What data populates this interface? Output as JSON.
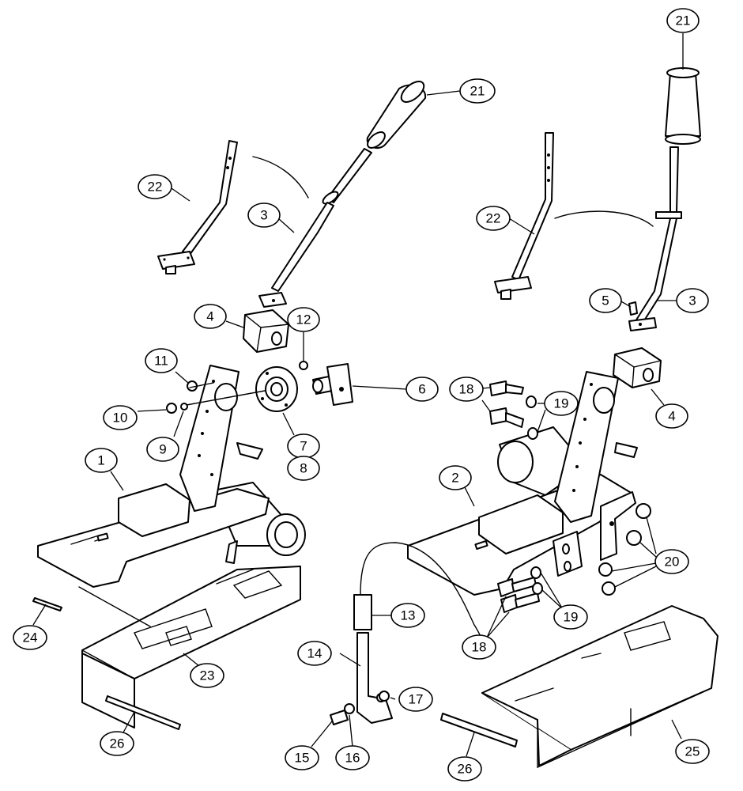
{
  "diagram": {
    "callouts": [
      {
        "id": "c21a",
        "label": "21"
      },
      {
        "id": "c21b",
        "label": "21"
      },
      {
        "id": "c22a",
        "label": "22"
      },
      {
        "id": "c22b",
        "label": "22"
      },
      {
        "id": "c3a",
        "label": "3"
      },
      {
        "id": "c3b",
        "label": "3"
      },
      {
        "id": "c5",
        "label": "5"
      },
      {
        "id": "c4a",
        "label": "4"
      },
      {
        "id": "c4b",
        "label": "4"
      },
      {
        "id": "c12",
        "label": "12"
      },
      {
        "id": "c11",
        "label": "11"
      },
      {
        "id": "c6",
        "label": "6"
      },
      {
        "id": "c18a",
        "label": "18"
      },
      {
        "id": "c19a",
        "label": "19"
      },
      {
        "id": "c10",
        "label": "10"
      },
      {
        "id": "c9",
        "label": "9"
      },
      {
        "id": "c7",
        "label": "7"
      },
      {
        "id": "c8",
        "label": "8"
      },
      {
        "id": "c1",
        "label": "1"
      },
      {
        "id": "c2",
        "label": "2"
      },
      {
        "id": "c20",
        "label": "20"
      },
      {
        "id": "c13",
        "label": "13"
      },
      {
        "id": "c19b",
        "label": "19"
      },
      {
        "id": "c18b",
        "label": "18"
      },
      {
        "id": "c24",
        "label": "24"
      },
      {
        "id": "c23",
        "label": "23"
      },
      {
        "id": "c14",
        "label": "14"
      },
      {
        "id": "c17",
        "label": "17"
      },
      {
        "id": "c26a",
        "label": "26"
      },
      {
        "id": "c15",
        "label": "15"
      },
      {
        "id": "c16",
        "label": "16"
      },
      {
        "id": "c26b",
        "label": "26"
      },
      {
        "id": "c25",
        "label": "25"
      }
    ]
  }
}
